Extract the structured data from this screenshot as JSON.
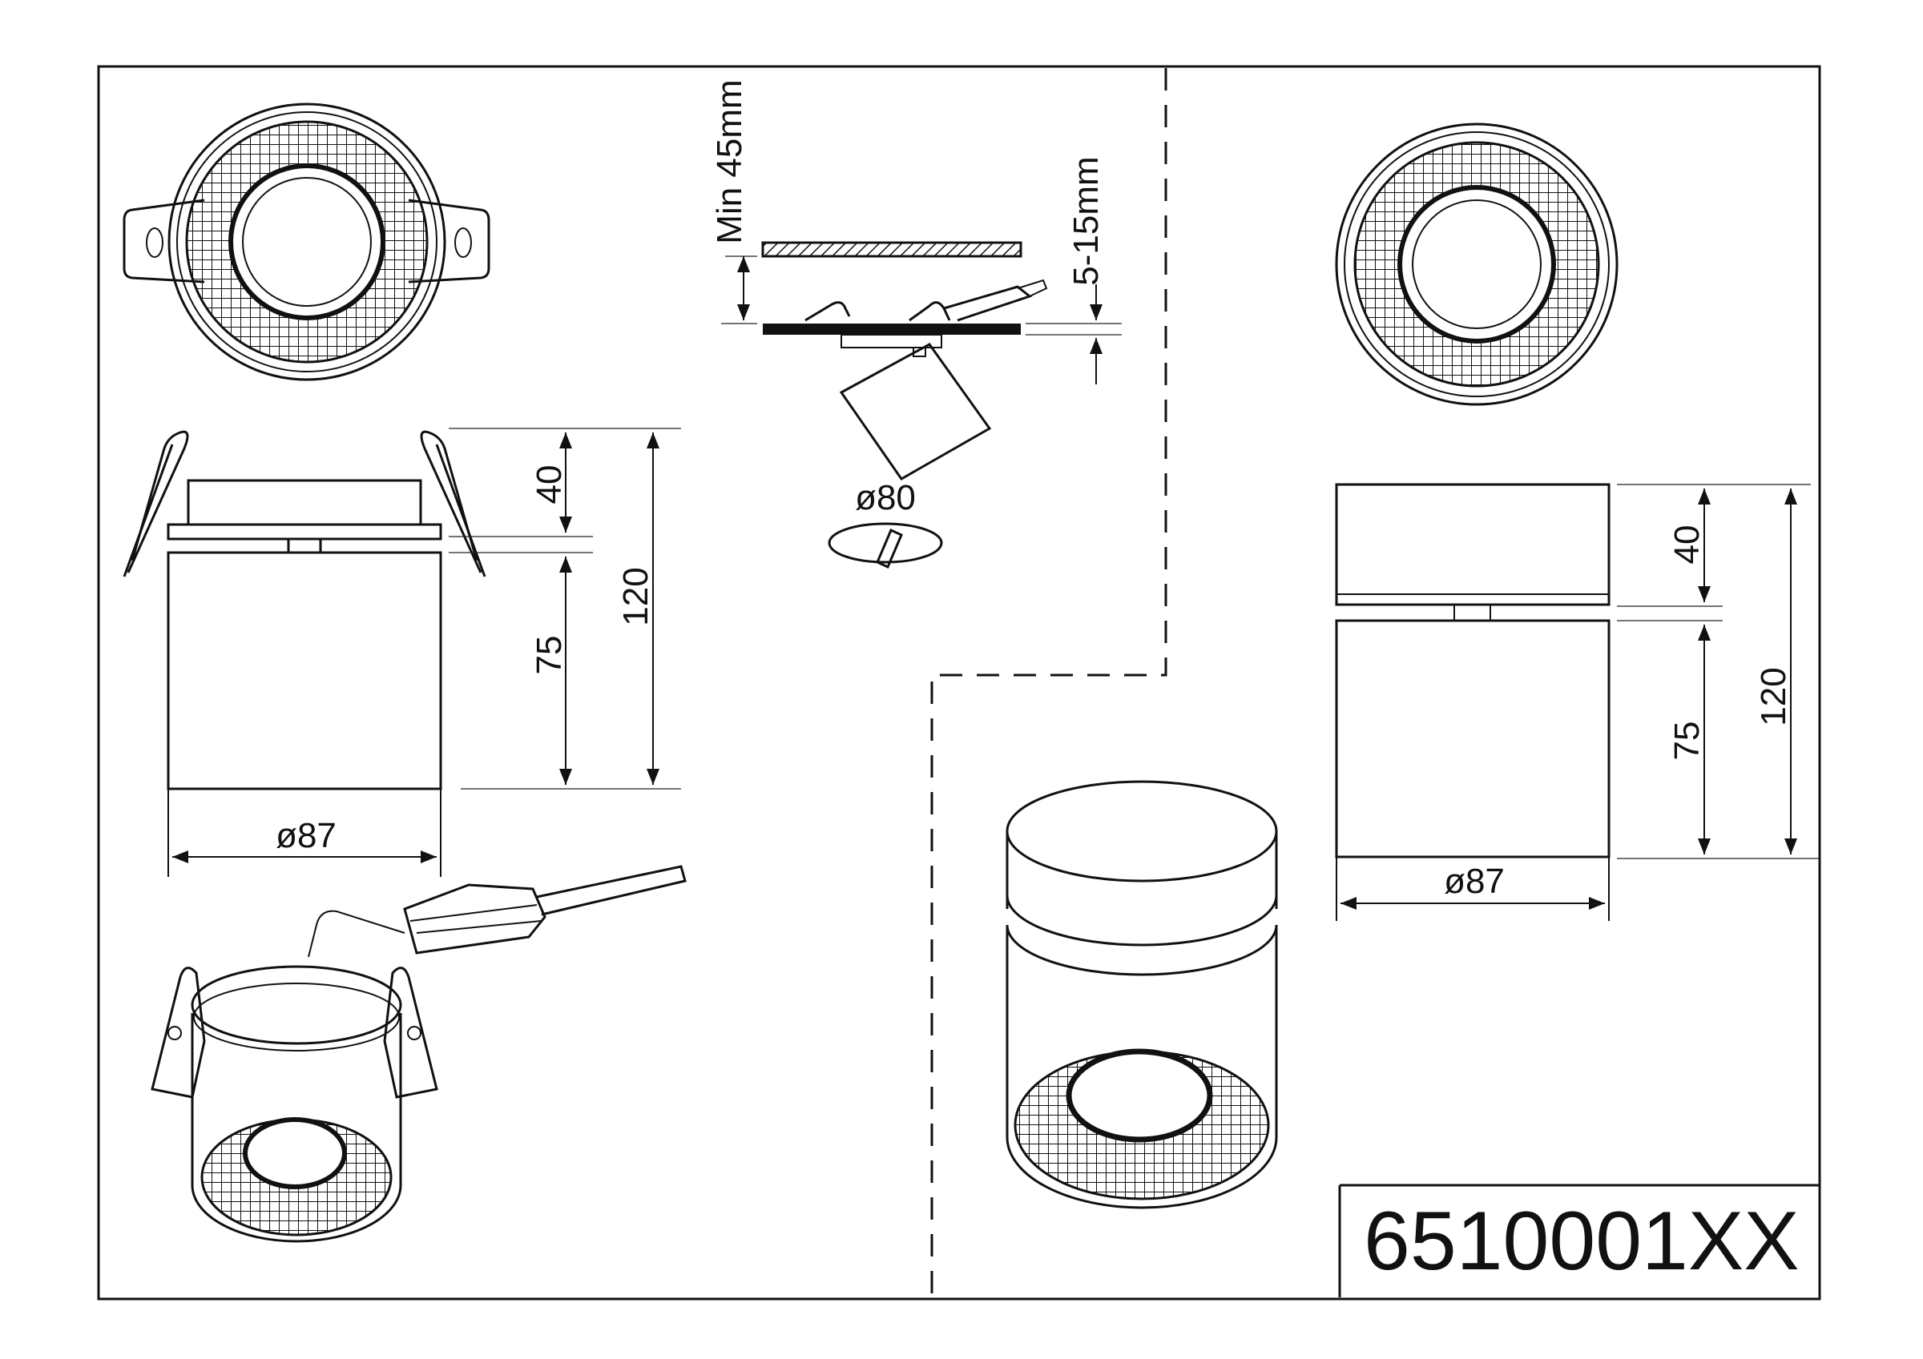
{
  "product_code": "6510001XX",
  "recessed": {
    "dim_top_height": "40",
    "dim_body_height": "75",
    "dim_total_height": "120",
    "dim_diameter": "ø87"
  },
  "installation": {
    "min_depth": "Min 45mm",
    "ceiling_thickness": "5-15mm",
    "cutout_diameter": "ø80"
  },
  "surface": {
    "dim_top_height": "40",
    "dim_body_height": "75",
    "dim_total_height": "120",
    "dim_diameter": "ø87"
  }
}
